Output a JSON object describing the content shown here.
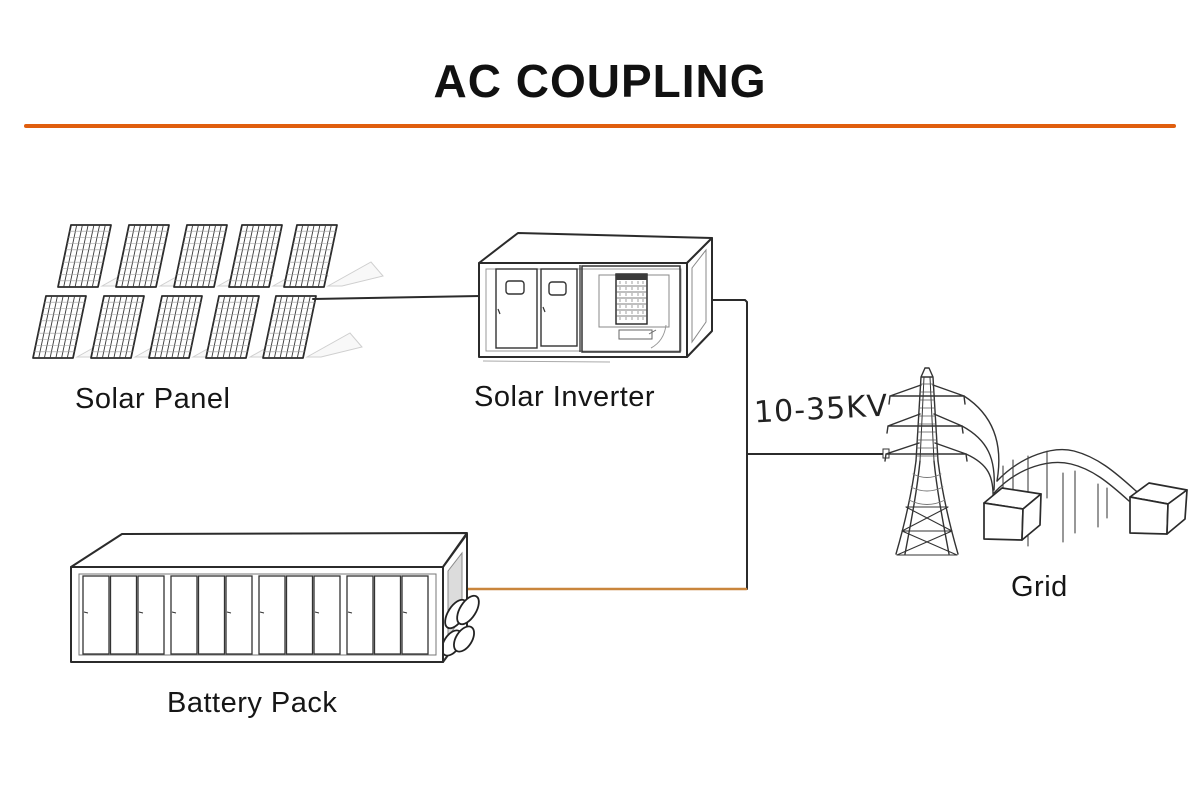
{
  "title": "AC COUPLING",
  "colors": {
    "accent": "#E05E0E",
    "battery_wire": "#C9853C",
    "line_ink": "#2B2B2B"
  },
  "nodes": {
    "solar_panel": {
      "label": "Solar Panel"
    },
    "solar_inverter": {
      "label": "Solar Inverter"
    },
    "battery_pack": {
      "label": "Battery Pack"
    },
    "grid": {
      "label": "Grid"
    }
  },
  "connections": {
    "solar_panel_to_inverter": {
      "type": "line"
    },
    "inverter_to_grid": {
      "voltage_label": "10-35KV"
    },
    "battery_to_inverter_bus": {
      "type": "line"
    }
  }
}
